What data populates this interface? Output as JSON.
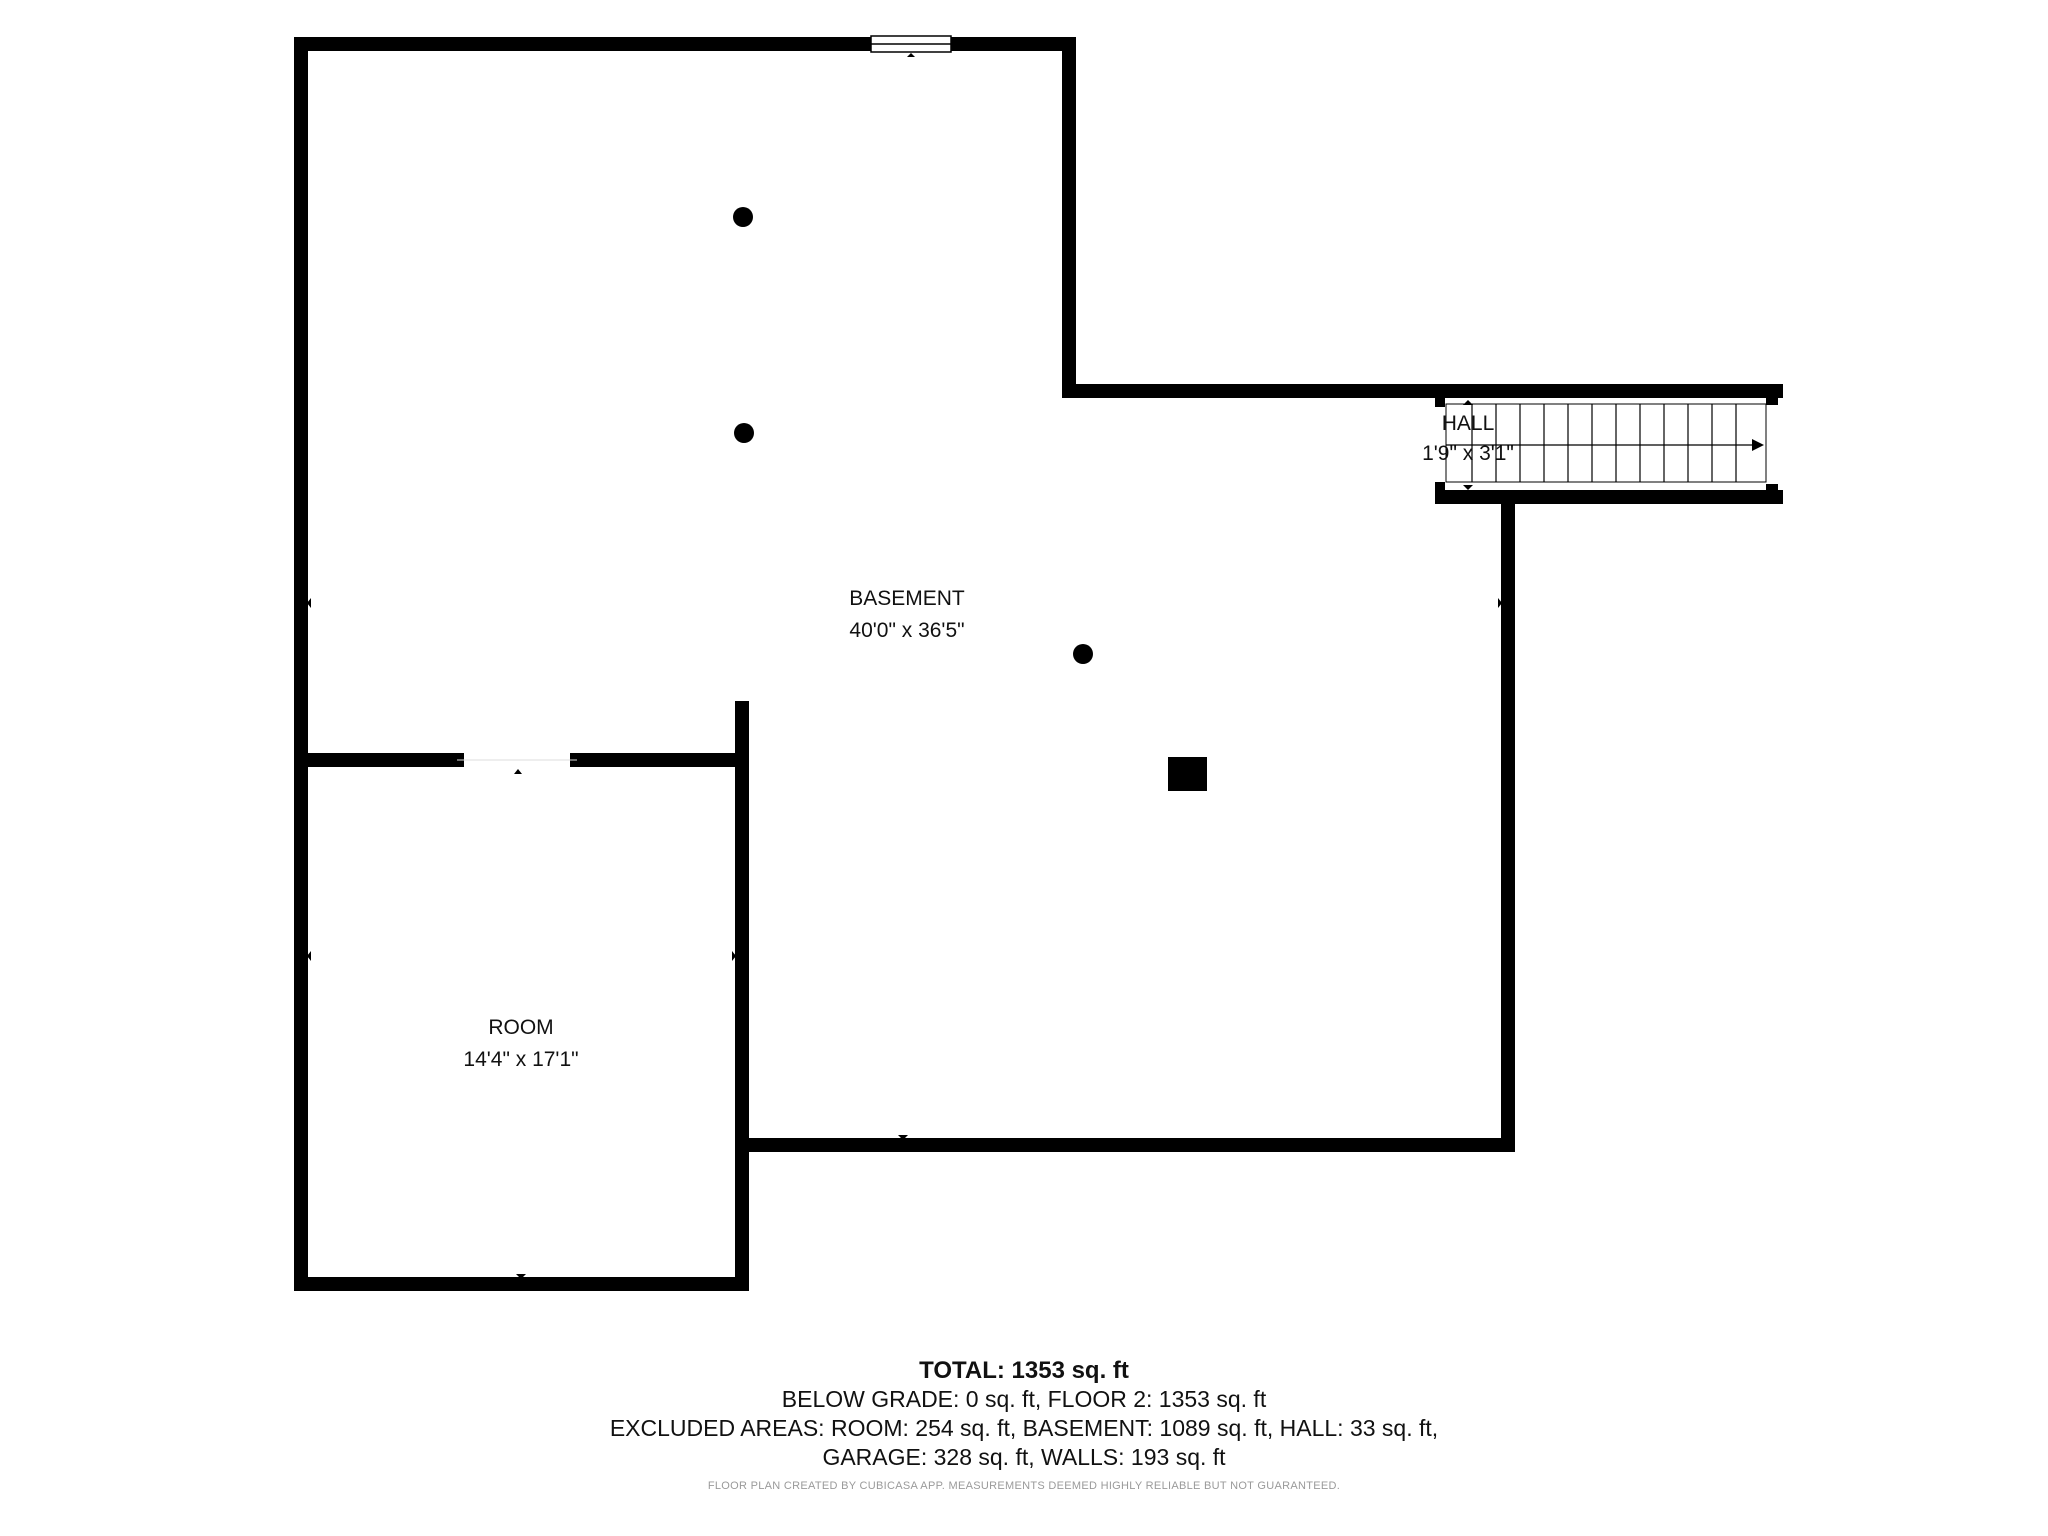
{
  "rooms": {
    "basement": {
      "name": "BASEMENT",
      "dimensions": "40'0\" x 36'5\""
    },
    "room": {
      "name": "ROOM",
      "dimensions": "14'4\" x 17'1\""
    },
    "hall": {
      "name": "HALL",
      "dimensions": "1'9\" x 3'1\""
    }
  },
  "summary": {
    "total": "TOTAL: 1353 sq. ft",
    "line1": "BELOW GRADE: 0 sq. ft, FLOOR 2: 1353 sq. ft",
    "line2": "EXCLUDED AREAS: ROOM: 254 sq. ft, BASEMENT: 1089 sq. ft, HALL: 33 sq. ft,",
    "line3": "GARAGE: 328 sq. ft, WALLS: 193 sq. ft"
  },
  "credit": "FLOOR PLAN CREATED BY CUBICASA APP. MEASUREMENTS DEEMED HIGHLY RELIABLE BUT NOT GUARANTEED.",
  "colors": {
    "wall": "#000000",
    "background": "#ffffff",
    "credit_text": "#9a9a9a"
  }
}
